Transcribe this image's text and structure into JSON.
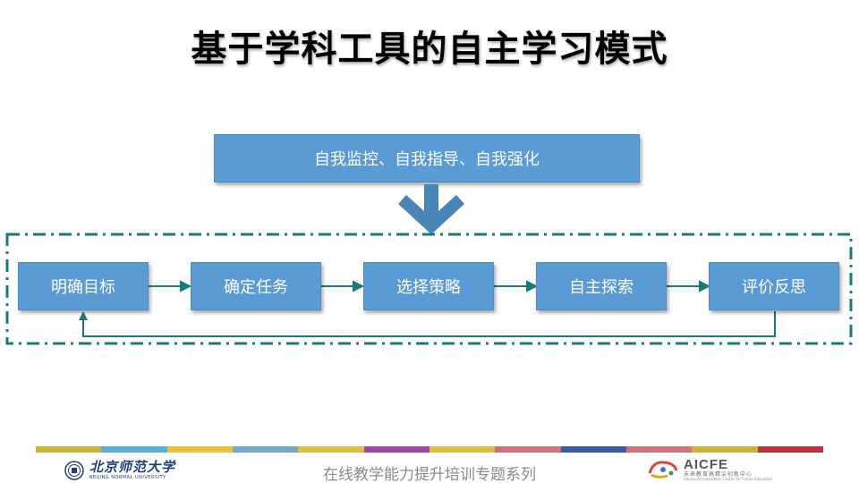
{
  "title": "基于学科工具的自主学习模式",
  "top_box": "自我监控、自我指导、自我强化",
  "steps": [
    "明确目标",
    "确定任务",
    "选择策略",
    "自主探索",
    "评价反思"
  ],
  "colors": {
    "box_fill": "#5b9bd5",
    "arrow": "#1a7a7a",
    "down_arrow": "#4a85b8",
    "dashed_frame": "#1a7a7a"
  },
  "footer": {
    "series_text": "在线教学能力提升培训专题系列",
    "left_logo_cn": "北京师范大学",
    "left_logo_en": "BEIJING NORMAL UNIVERSITY",
    "right_logo_brand": "AICFE",
    "right_logo_sub": "未来教育高精尖创新中心",
    "right_logo_en": "Advanced Innovation Center for Future Education",
    "bar_colors": [
      "#c8b43a",
      "#5aaed4",
      "#e8c23c",
      "#78a8c8",
      "#d8c040",
      "#9a4aa0",
      "#d8c040",
      "#d4707a",
      "#3a5aa8",
      "#d4707a",
      "#c8b43a",
      "#b83240"
    ]
  }
}
